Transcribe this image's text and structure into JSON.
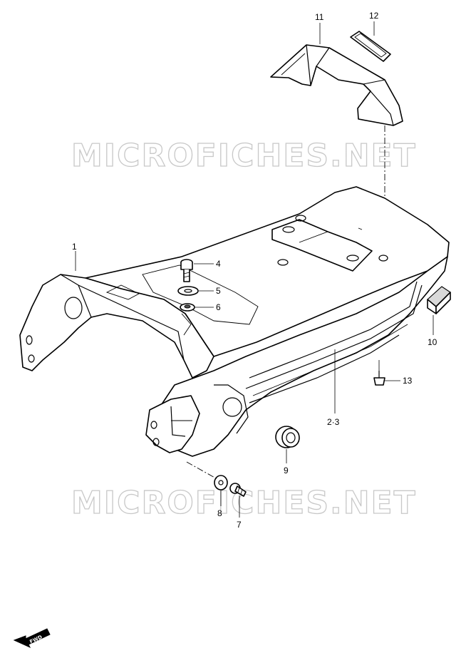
{
  "watermark": "MICROFICHES.NET",
  "fwd_label": "FWD",
  "callouts": [
    {
      "id": "p1",
      "label": "1"
    },
    {
      "id": "p23",
      "label": "2·3"
    },
    {
      "id": "p4",
      "label": "4"
    },
    {
      "id": "p5",
      "label": "5"
    },
    {
      "id": "p6",
      "label": "6"
    },
    {
      "id": "p7",
      "label": "7"
    },
    {
      "id": "p8",
      "label": "8"
    },
    {
      "id": "p9",
      "label": "9"
    },
    {
      "id": "p10",
      "label": "10"
    },
    {
      "id": "p11",
      "label": "11"
    },
    {
      "id": "p12",
      "label": "12"
    },
    {
      "id": "p13",
      "label": "13"
    }
  ]
}
